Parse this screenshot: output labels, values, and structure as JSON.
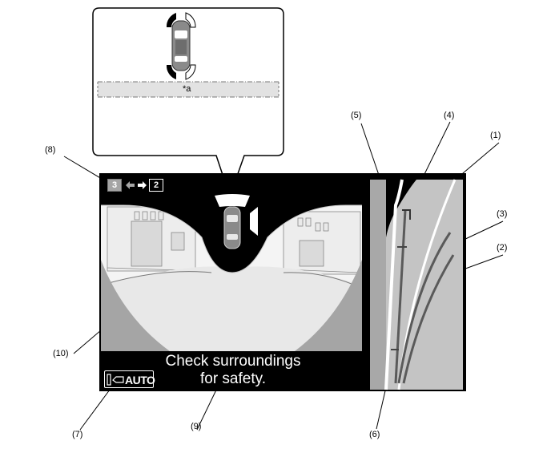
{
  "popup": {
    "marker_label": "*a"
  },
  "message": {
    "line1": "Check surroundings",
    "line2": "for safety."
  },
  "auto_button": {
    "label": "AUTO"
  },
  "view_toggle": {
    "left_number": "3",
    "right_number": "2"
  },
  "callouts": [
    "(1)",
    "(2)",
    "(3)",
    "(4)",
    "(5)",
    "(6)",
    "(7)",
    "(8)",
    "(9)",
    "(10)"
  ],
  "colors": {
    "screen_bg": "#000000",
    "ground": "#e6e6e6",
    "side_view_bg": "#b8b8b8",
    "guide_line": "#555555"
  }
}
